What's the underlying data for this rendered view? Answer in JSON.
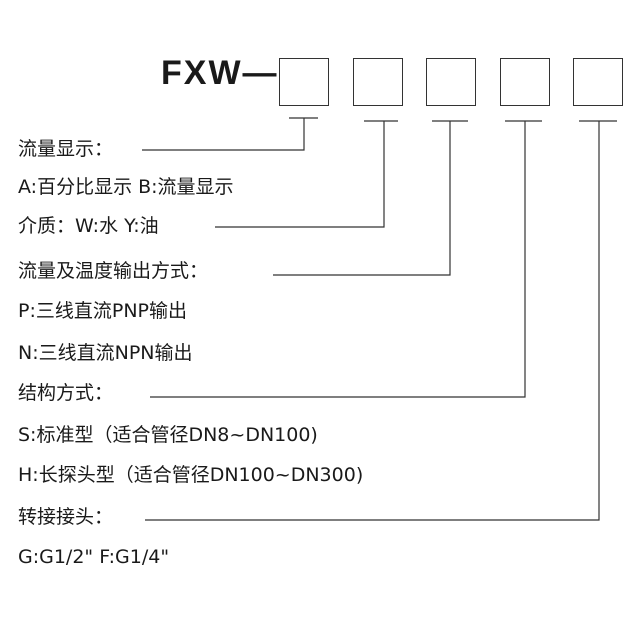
{
  "model": {
    "prefix": "FXW",
    "dash": "—",
    "box_count": 5
  },
  "lines": [
    "流量显示：",
    "A:百分比显示 B:流量显示",
    "介质：W:水 Y:油",
    "流量及温度输出方式：",
    "P:三线直流PNP输出",
    "N:三线直流NPN输出",
    "结构方式：",
    "S:标准型（适合管径DN8~DN100)",
    "H:长探头型（适合管径DN100~DN300)",
    "转接接头：",
    "G:G1/2\" F:G1/4\""
  ]
}
